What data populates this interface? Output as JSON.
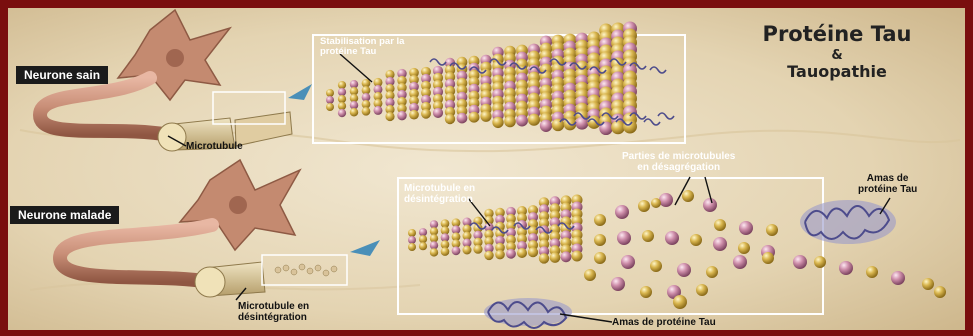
{
  "title": {
    "line1": "Protéine Tau",
    "line2": "&",
    "line3": "Tauopathie"
  },
  "labels": {
    "healthy_neuron": "Neurone sain",
    "sick_neuron": "Neurone malade",
    "microtubule": "Microtubule",
    "stabilisation": "Stabilisation par la\nprotéine Tau",
    "microtubule_disintegration_top": "Microtubule en\ndésintégration",
    "microtubule_disintegration_bottom": "Microtubule en\ndésintégration",
    "disaggregating_parts": "Parties de microtubules\nen désagrégation",
    "tau_clump_right": "Amas de\nprotéine Tau",
    "tau_clump_bottom": "Amas de protéine Tau"
  },
  "colors": {
    "frame": "#7a0e0e",
    "parchment": "#e9dcc0",
    "neuron": "#c98f78",
    "gold_bead": "#d4b04a",
    "pink_bead": "#c98aa4",
    "tau_protein": "#6b6aa8"
  }
}
